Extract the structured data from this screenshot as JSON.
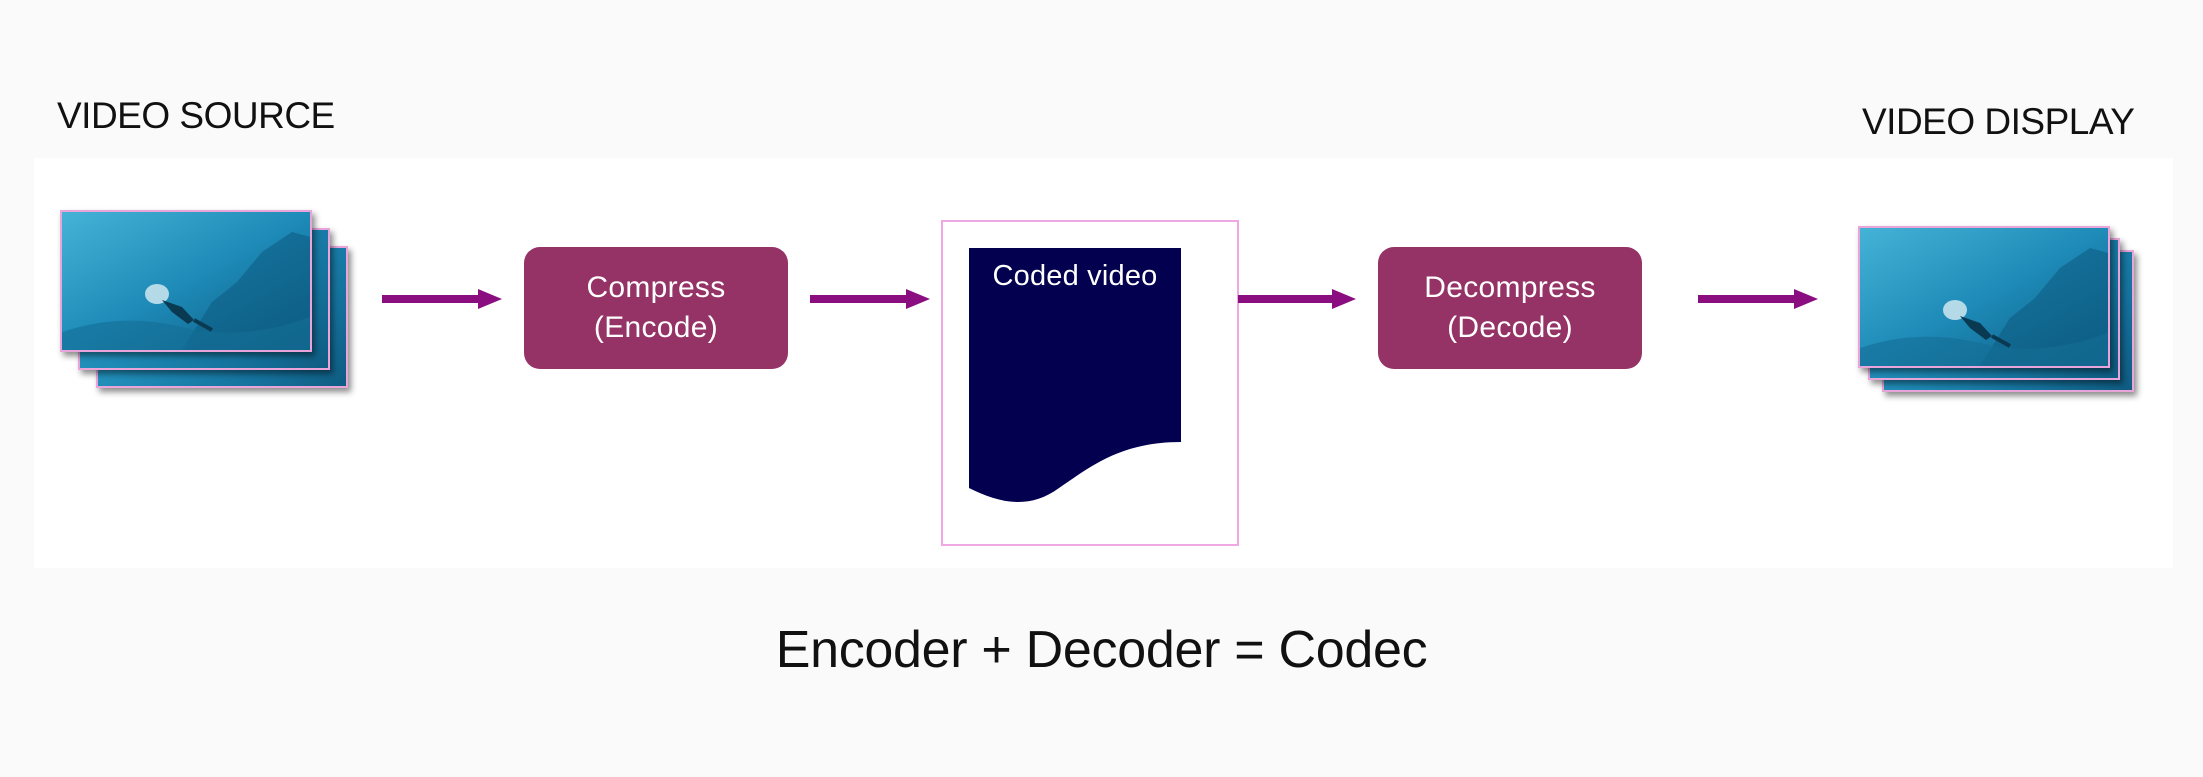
{
  "labels": {
    "source": "VIDEO SOURCE",
    "display": "VIDEO DISPLAY"
  },
  "boxes": {
    "encode_line1": "Compress",
    "encode_line2": "(Encode)",
    "coded": "Coded video",
    "decode_line1": "Decompress",
    "decode_line2": "(Decode)"
  },
  "equation": "Encoder + Decoder = Codec",
  "colors": {
    "arrow": "#8a0e80",
    "process_box": "#963366",
    "coded_doc": "#02004f",
    "frame_border": "#e9a5d9"
  },
  "icons": {
    "source_frames": "video-frames-stack-icon",
    "display_frames": "video-frames-stack-icon",
    "coded_document": "document-icon",
    "arrow": "arrow-right-icon"
  }
}
